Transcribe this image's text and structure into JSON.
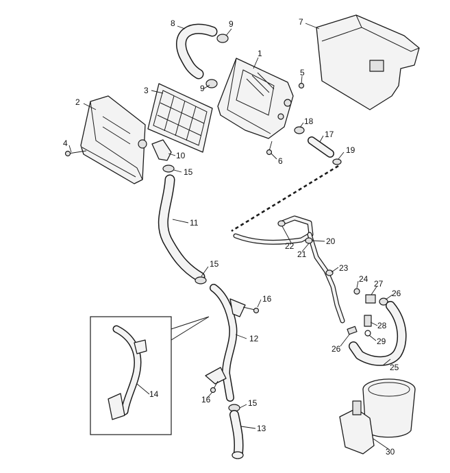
{
  "callouts": {
    "c1": "1",
    "c2": "2",
    "c3": "3",
    "c4": "4",
    "c5": "5",
    "c6": "6",
    "c7": "7",
    "c8": "8",
    "c9a": "9",
    "c9b": "9",
    "c10": "10",
    "c11": "11",
    "c12": "12",
    "c13": "13",
    "c14": "14",
    "c15a": "15",
    "c15b": "15",
    "c15c": "15",
    "c16a": "16",
    "c16b": "16",
    "c17": "17",
    "c18": "18",
    "c19": "19",
    "c20": "20",
    "c21": "21",
    "c22": "22",
    "c23": "23",
    "c24": "24",
    "c25": "25",
    "c26a": "26",
    "c26b": "26",
    "c27": "27",
    "c28": "28",
    "c29": "29",
    "c30": "30"
  }
}
